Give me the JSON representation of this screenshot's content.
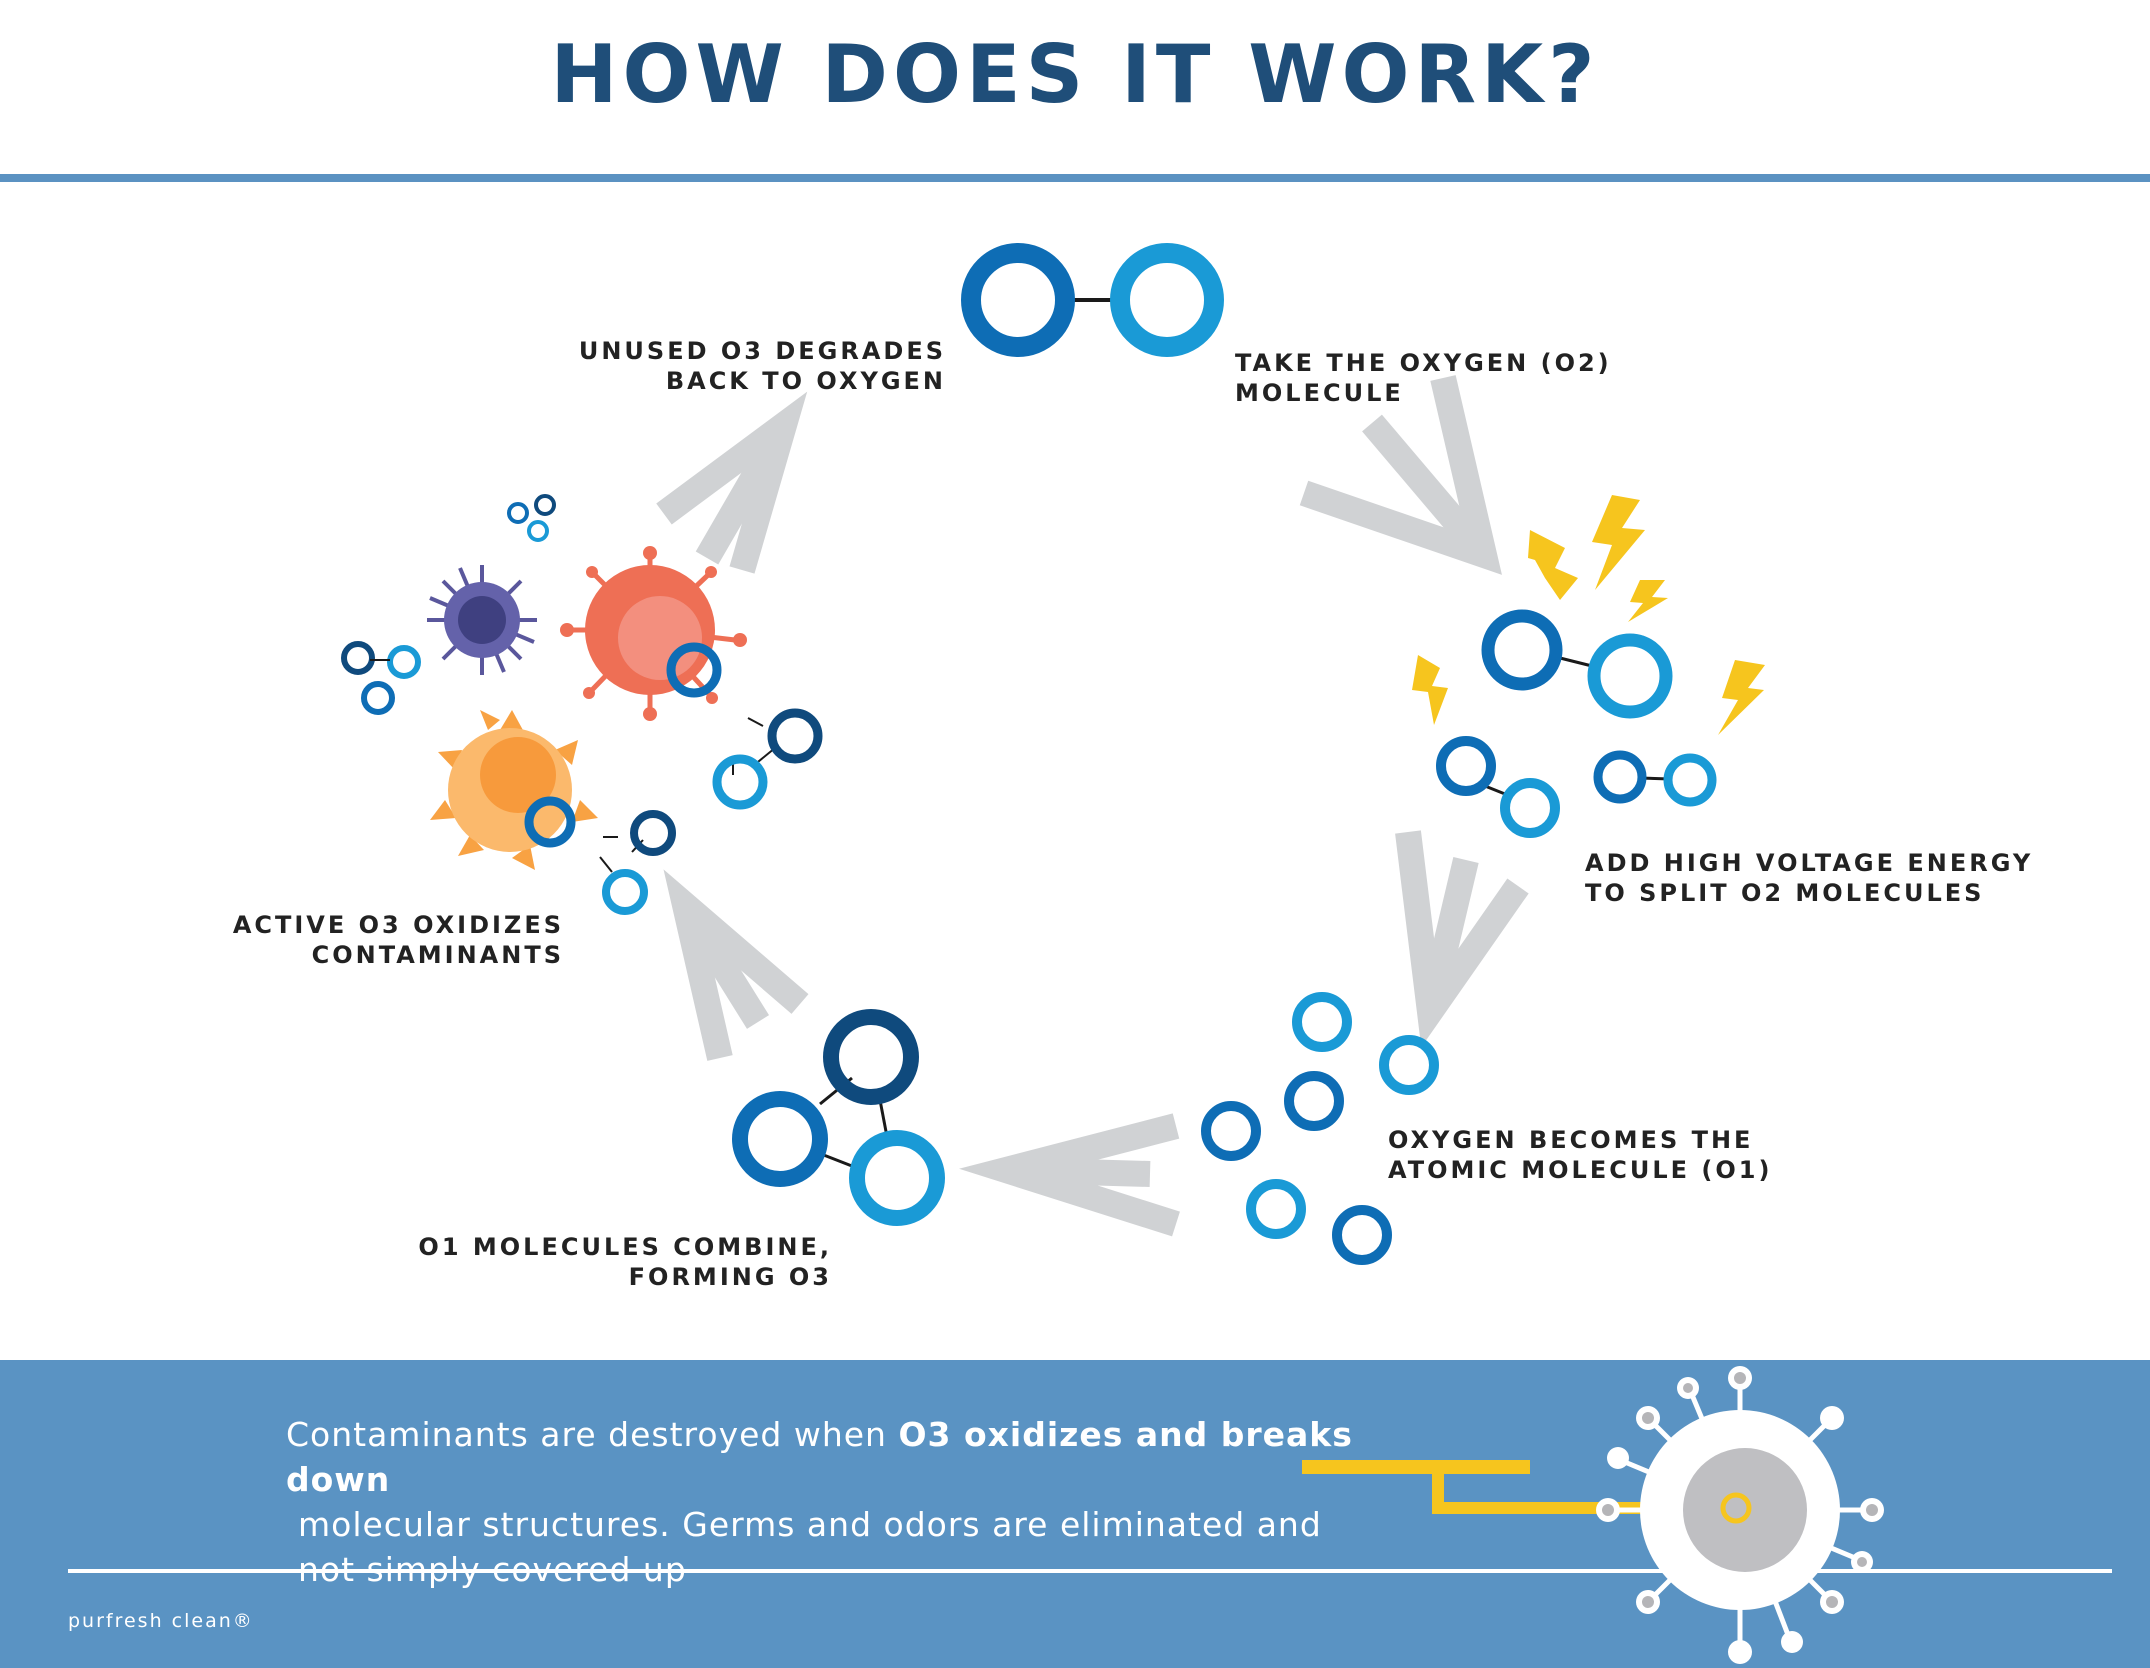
{
  "title": "HOW DOES IT WORK?",
  "steps": [
    {
      "id": "take-oxygen",
      "line1": "TAKE THE OXYGEN (O2)",
      "line2": "MOLECULE"
    },
    {
      "id": "add-energy",
      "line1": "ADD HIGH VOLTAGE ENERGY",
      "line2": "TO SPLIT O2 MOLECULES"
    },
    {
      "id": "atomic",
      "line1": "OXYGEN BECOMES THE",
      "line2": "ATOMIC MOLECULE (O1)"
    },
    {
      "id": "combine",
      "line1": "O1 MOLECULES COMBINE,",
      "line2": "FORMING O3"
    },
    {
      "id": "oxidize",
      "line1": "ACTIVE O3 OXIDIZES",
      "line2": "CONTAMINANTS"
    },
    {
      "id": "degrade",
      "line1": "UNUSED O3 DEGRADES",
      "line2": "BACK TO OXYGEN"
    }
  ],
  "footer": {
    "text_before": "Contaminants are destroyed when ",
    "text_bold": "O3 oxidizes and breaks down",
    "text_line2": "molecular structures. Germs and odors are eliminated and",
    "text_line3": "not simply covered up",
    "brand": "purfresh clean®"
  },
  "colors": {
    "title": "#1f4e79",
    "rule": "#5b92c2",
    "dark_blue": "#0e6db5",
    "light_blue": "#1a9ad6",
    "navy": "#0f4a7d",
    "arrow_gray": "#d0d2d4",
    "lightning": "#f6c51e",
    "footer_bg": "#5a93c3"
  }
}
